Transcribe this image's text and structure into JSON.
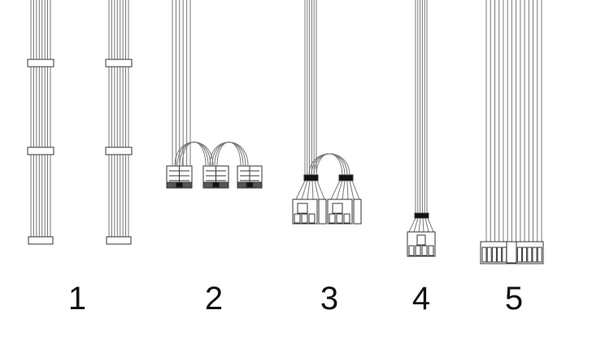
{
  "labels": [
    "1",
    "2",
    "3",
    "4",
    "5"
  ],
  "colors": {
    "wire": "#777777",
    "connector": "#333333",
    "sleeve": "#111111",
    "background": "#ffffff"
  }
}
